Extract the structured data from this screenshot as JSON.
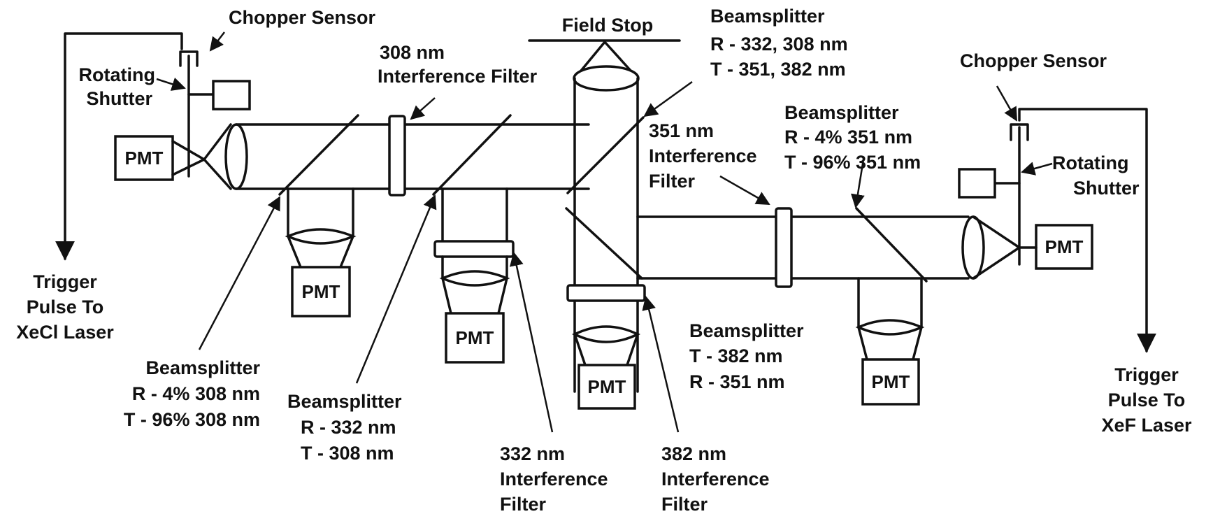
{
  "labels": {
    "chopper_sensor_left": "Chopper Sensor",
    "rotating_shutter_left": [
      "Rotating",
      "Shutter"
    ],
    "trigger_left": [
      "Trigger",
      "Pulse To",
      "XeCl Laser"
    ],
    "filter_308": [
      "308 nm",
      "Interference Filter"
    ],
    "field_stop": "Field Stop",
    "bs_top": [
      "Beamsplitter",
      "R - 332, 308 nm",
      "T - 351, 382 nm"
    ],
    "filter_351": [
      "351 nm",
      "Interference",
      "Filter"
    ],
    "chopper_sensor_right": "Chopper Sensor",
    "bs_351": [
      "Beamsplitter",
      "R - 4% 351 nm",
      "T - 96% 351 nm"
    ],
    "rotating_shutter_right": [
      "Rotating",
      "Shutter"
    ],
    "trigger_right": [
      "Trigger",
      "Pulse To",
      "XeF Laser"
    ],
    "bs_308": [
      "Beamsplitter",
      "R - 4% 308 nm",
      "T - 96% 308 nm"
    ],
    "bs_332": [
      "Beamsplitter",
      "R - 332 nm",
      "T - 308 nm"
    ],
    "filter_332": [
      "332 nm",
      "Interference",
      "Filter"
    ],
    "filter_382": [
      "382 nm",
      "Interference",
      "Filter"
    ],
    "bs_382": [
      "Beamsplitter",
      "T - 382 nm",
      "R - 351 nm"
    ]
  },
  "pmt_label": "PMT"
}
